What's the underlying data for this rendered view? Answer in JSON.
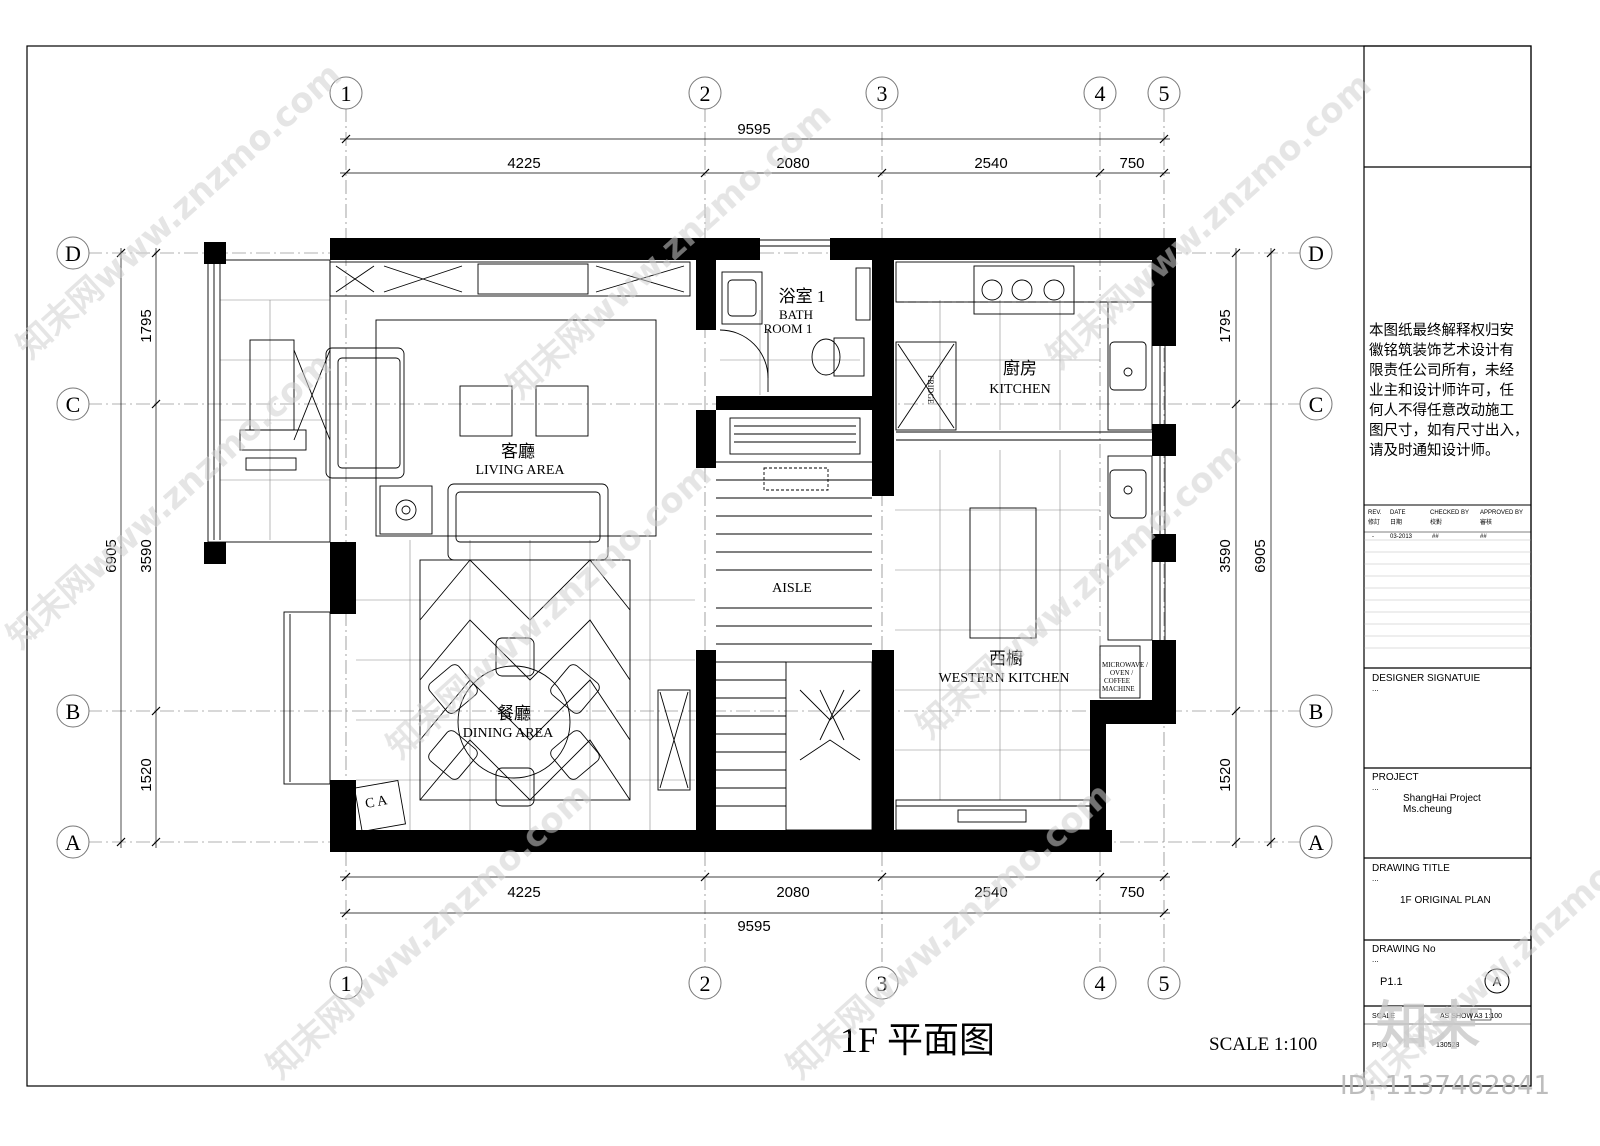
{
  "grid": {
    "columns": [
      "1",
      "2",
      "3",
      "4",
      "5"
    ],
    "rows": [
      "D",
      "C",
      "B",
      "A"
    ]
  },
  "dimensions": {
    "top_total": "9595",
    "top_segments": [
      "4225",
      "2080",
      "2540",
      "750"
    ],
    "bottom_segments": [
      "4225",
      "2080",
      "2540",
      "750"
    ],
    "bottom_total": "9595",
    "left_segments": [
      "1795",
      "3590",
      "1520"
    ],
    "left_total": "6905",
    "right_segments": [
      "1795",
      "3590",
      "1520"
    ],
    "right_total": "6905"
  },
  "rooms": {
    "bathroom_cn": "浴室 1",
    "bathroom_en_1": "BATH",
    "bathroom_en_2": "ROOM 1",
    "kitchen_cn": "廚房",
    "kitchen_en": "KITCHEN",
    "living_cn": "客廳",
    "living_en": "LIVING AREA",
    "aisle_en": "AISLE",
    "western_cn": "西櫥",
    "western_en": "WESTERN KITCHEN",
    "dining_cn": "餐廳",
    "dining_en": "DINING AREA"
  },
  "fixtures": {
    "fridge": "FRIDGE",
    "microwave_1": "MICROWAVE /",
    "microwave_2": "OVEN /",
    "microwave_3": "COFFEE",
    "microwave_4": "MACHINE",
    "ca_label": "C A"
  },
  "drawing": {
    "title": "1F  平面图",
    "scale": "SCALE  1:100"
  },
  "title_block": {
    "copyright_lines": [
      "本图纸最终解释权归安",
      "徽铭筑装饰艺术设计有",
      "限责任公司所有，未经",
      "业主和设计师许可，任",
      "何人不得任意改动施工",
      "图尺寸，如有尺寸出入，",
      "请及时通知设计师。"
    ],
    "rev_headers": [
      "REV.",
      "DATE",
      "CHECKED BY",
      "APPROVED BY"
    ],
    "rev_headers_cn": [
      "修訂",
      "日期",
      "校對",
      "審核"
    ],
    "rev_row": [
      "-",
      "03-2013",
      "##",
      "##"
    ],
    "designer_label": "DESIGNER SIGNATUIE",
    "designer_value": "...",
    "project_label": "PROJECT",
    "project_value": "...",
    "project_name": "ShangHai Project",
    "project_client": "Ms.cheung",
    "drawing_title_label": "DRAWING  TITLE",
    "drawing_title_dots": "...",
    "drawing_title_value": "1F ORIGINAL PLAN",
    "drawing_no_label": "DRAWING No",
    "drawing_no_dots": "...",
    "drawing_no_value": "P1.1",
    "drawing_no_circle": "A",
    "scale_label": "SCALE",
    "scale_value": "AS SHOW",
    "scale_paper": "A3  1:100",
    "project_no_label": "PRO",
    "project_no_value": "130528"
  },
  "watermark": {
    "site": "知末网www.znzmo.com",
    "brand": "知末",
    "id_text": "ID: 1137462841"
  }
}
